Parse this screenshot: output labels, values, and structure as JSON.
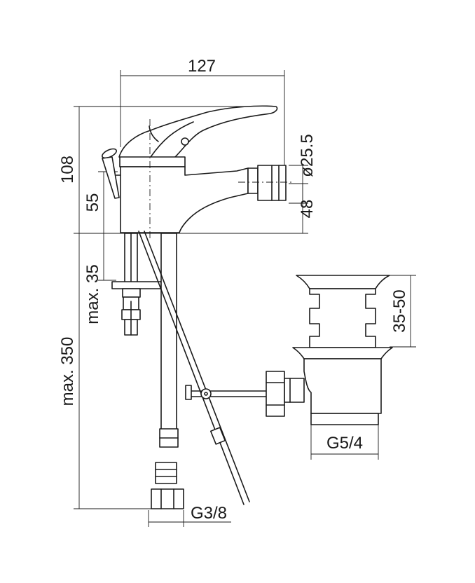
{
  "dimensions": {
    "width_127": "127",
    "height_108": "108",
    "height_55": "55",
    "max_35": "max. 35",
    "max_350": "max. 350",
    "dia_25_5": "ø25.5",
    "height_48": "48",
    "range_35_50": "35-50",
    "thread_g3_8": "G3/8",
    "thread_g5_4": "G5/4"
  },
  "colors": {
    "line": "#1a1a1a",
    "background": "#ffffff"
  }
}
